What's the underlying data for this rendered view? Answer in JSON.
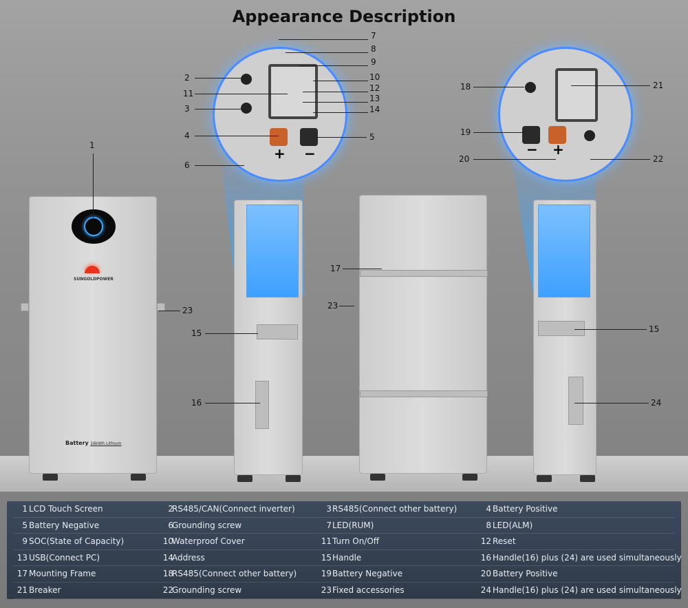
{
  "title": "Appearance Description",
  "product": {
    "brand": "SUNGOLDPOWER",
    "label_bold": "Battery",
    "label_rest": "16kWh Lithium"
  },
  "polarity": {
    "plus": "+",
    "minus": "−"
  },
  "callouts": {
    "c1": "1",
    "c2": "2",
    "c3": "3",
    "c4": "4",
    "c5": "5",
    "c6": "6",
    "c7": "7",
    "c8": "8",
    "c9": "9",
    "c10": "10",
    "c11": "11",
    "c12": "12",
    "c13": "13",
    "c14": "14",
    "c15a": "15",
    "c15b": "15",
    "c16": "16",
    "c17": "17",
    "c18": "18",
    "c19": "19",
    "c20": "20",
    "c21": "21",
    "c22": "22",
    "c23a": "23",
    "c23b": "23",
    "c24": "24"
  },
  "legend": [
    [
      {
        "n": "1",
        "t": "LCD Touch Screen"
      },
      {
        "n": "2",
        "t": "RS485/CAN(Connect inverter)"
      },
      {
        "n": "3",
        "t": "RS485(Connect other battery)"
      },
      {
        "n": "4",
        "t": "Battery Positive"
      }
    ],
    [
      {
        "n": "5",
        "t": "Battery Negative"
      },
      {
        "n": "6",
        "t": "Grounding screw"
      },
      {
        "n": "7",
        "t": "LED(RUM)"
      },
      {
        "n": "8",
        "t": "LED(ALM)"
      }
    ],
    [
      {
        "n": "9",
        "t": "SOC(State of Capacity)"
      },
      {
        "n": "10",
        "t": "Waterproof Cover"
      },
      {
        "n": "11",
        "t": "Turn On/Off"
      },
      {
        "n": "12",
        "t": "Reset"
      }
    ],
    [
      {
        "n": "13",
        "t": "USB(Connect PC)"
      },
      {
        "n": "14",
        "t": "Address"
      },
      {
        "n": "15",
        "t": "Handle"
      },
      {
        "n": "16",
        "t": "Handle(16) plus (24) are used simultaneously"
      }
    ],
    [
      {
        "n": "17",
        "t": "Mounting Frame"
      },
      {
        "n": "18",
        "t": "RS485(Connect other battery)"
      },
      {
        "n": "19",
        "t": "Battery Negative"
      },
      {
        "n": "20",
        "t": "Battery Positive"
      }
    ],
    [
      {
        "n": "21",
        "t": "Breaker"
      },
      {
        "n": "22",
        "t": "Grounding screw"
      },
      {
        "n": "23",
        "t": "Fixed accessories"
      },
      {
        "n": "24",
        "t": "Handle(16) plus (24) are used simultaneously"
      }
    ]
  ]
}
